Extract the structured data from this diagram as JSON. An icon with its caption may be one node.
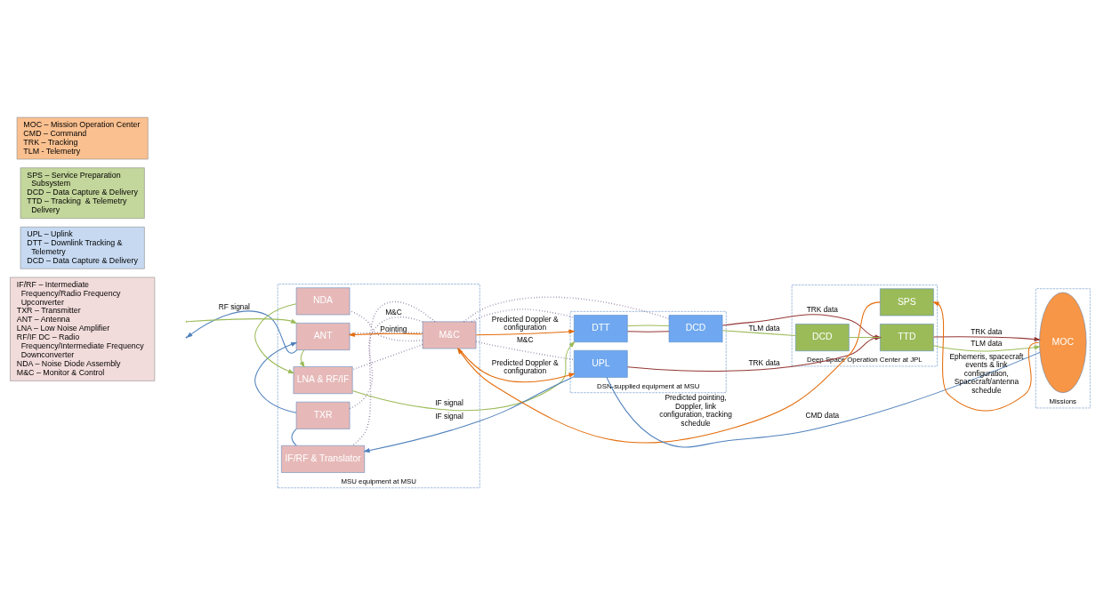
{
  "diagram": {
    "nodes": [
      {
        "text": [
          "MSU equipment at MSU"
        ]
      },
      {
        "text": [
          "IF/RF & Translator"
        ],
        "in": 0
      },
      {
        "text": [
          "TXR"
        ],
        "in": 0
      },
      {
        "text": [
          "ANT"
        ],
        "in": 0
      },
      {
        "text": [
          "LNA & RF/IF"
        ],
        "in": 0
      },
      {
        "text": [
          "NDA"
        ],
        "in": 0
      },
      {
        "text": [
          "M&C"
        ],
        "in": 0
      },
      {
        "text": [
          "DSN-supplied equipment at MSU"
        ]
      },
      {
        "text": [
          "UPL"
        ],
        "in": 7
      },
      {
        "text": [
          "DTT"
        ],
        "in": 7
      },
      {
        "text": [
          "DCD"
        ],
        "in": 7
      },
      {
        "text": [
          "Deep Space Operation Center at JPL"
        ]
      },
      {
        "text": [
          "SPS"
        ],
        "in": 11
      },
      {
        "text": [
          "DCD"
        ],
        "in": 11
      },
      {
        "text": [
          "TTD"
        ],
        "in": 11
      },
      {
        "text": [
          "Missions"
        ]
      },
      {
        "text": [
          "MOC"
        ],
        "in": 15
      },
      {
        "text": [
          "IF/RF – Intermediate Frequency/Radio Frequency Upconverter",
          "TXR – Transmitter",
          "ANT – Antenna",
          "LNA – Low Noise Amplifier",
          "RF/IF DC – Radio Frequency/Intermediate Frequency Downconverter",
          "NDA – Noise Diode Assembly",
          "M&C – Monitor & Control"
        ]
      },
      {
        "text": [
          "UPL – Uplink",
          "DTT – Downlink Tracking & Telemetry",
          "DCD – Data Capture & Delivery"
        ]
      },
      {
        "text": [
          "SPS – Service Preparation Subsystem",
          "DCD – Data Capture & Delivery",
          "TTD – Tracking  & Telemetry Delivery"
        ]
      },
      {
        "text": [
          "MOC – Mission Operation Center",
          "CMD – Command",
          "TRK – Tracking",
          "TLM - Telemetry"
        ]
      }
    ],
    "edges": [
      {
        "from": 8,
        "to": 1,
        "arrow": "to",
        "label": "IF signal",
        "color": "#4f81bd"
      },
      {
        "from": 16,
        "to": 8,
        "arrow": "none",
        "label": "CMD data",
        "color": "#4f81bd"
      },
      {
        "from": 1,
        "to": 2,
        "arrow": "none",
        "color": "#4f81bd"
      },
      {
        "from": 2,
        "to": 3,
        "arrow": "to",
        "color": "#4f81bd"
      },
      {
        "from": 3,
        "to": null,
        "arrow": "to",
        "label": "RF signal",
        "color": "#4f81bd"
      },
      {
        "from": null,
        "to": 3,
        "arrow": "to",
        "color": "#9bbb59"
      },
      {
        "from": 3,
        "to": 4,
        "arrow": "to",
        "color": "#9bbb59"
      },
      {
        "from": 5,
        "to": 4,
        "arrow": "to",
        "color": "#9bbb59"
      },
      {
        "from": 4,
        "to": 9,
        "arrow": "to",
        "label": "IF signal",
        "color": "#9bbb59"
      },
      {
        "from": 6,
        "to": 1,
        "arrow": "none",
        "style": "dashed",
        "color": "#604a7b"
      },
      {
        "from": 6,
        "to": 2,
        "arrow": "none",
        "label": "M&C",
        "style": "dashed",
        "color": "#604a7b"
      },
      {
        "from": 6,
        "to": 3,
        "arrow": "none",
        "style": "dashed",
        "color": "#604a7b"
      },
      {
        "from": 6,
        "to": 4,
        "arrow": "none",
        "style": "dashed",
        "color": "#604a7b"
      },
      {
        "from": 6,
        "to": 5,
        "arrow": "none",
        "style": "dashed",
        "color": "#604a7b"
      },
      {
        "from": 6,
        "to": 8,
        "arrow": "none",
        "label": "M&C",
        "style": "dashed",
        "color": "#604a7b"
      },
      {
        "from": 6,
        "to": 9,
        "arrow": "none",
        "style": "dashed",
        "color": "#604a7b"
      },
      {
        "from": 6,
        "to": 10,
        "arrow": "none",
        "style": "dashed",
        "color": "#604a7b"
      },
      {
        "from": 6,
        "to": 3,
        "arrow": "to",
        "label": "Pointing",
        "color": "#e46c0a"
      },
      {
        "from": 12,
        "to": 6,
        "arrow": "to",
        "label": "Predicted pointing, Doppler, link configuration, tracking schedule",
        "color": "#e46c0a"
      },
      {
        "from": 6,
        "to": 8,
        "arrow": "to",
        "label": "Predicted Doppler & configuration",
        "color": "#e46c0a"
      },
      {
        "from": 6,
        "to": 9,
        "arrow": "to",
        "label": "Predicted Doppler & configuration",
        "color": "#e46c0a"
      },
      {
        "from": 16,
        "to": 12,
        "arrow": "to",
        "label": "Ephemeris, spacecraft events & link configuration, Spacecraft/antenna schedule",
        "color": "#e46c0a"
      },
      {
        "from": 8,
        "to": 14,
        "arrow": "to",
        "label": "TRK data",
        "color": "#953735"
      },
      {
        "from": 9,
        "to": 10,
        "arrow": "none",
        "color": "#953735"
      },
      {
        "from": 9,
        "to": 10,
        "arrow": "none",
        "color": "#9bbb59"
      },
      {
        "from": 10,
        "to": 14,
        "arrow": "to",
        "label": "TRK data",
        "color": "#953735"
      },
      {
        "from": 10,
        "to": 13,
        "arrow": "none",
        "label": "TLM data",
        "color": "#9bbb59"
      },
      {
        "from": 13,
        "to": 14,
        "arrow": "none",
        "color": "#9bbb59"
      },
      {
        "from": 14,
        "to": 16,
        "arrow": "to",
        "label": "TRK data",
        "color": "#953735"
      },
      {
        "from": 14,
        "to": 16,
        "arrow": "to",
        "label": "TLM data",
        "color": "#9bbb59"
      }
    ]
  }
}
